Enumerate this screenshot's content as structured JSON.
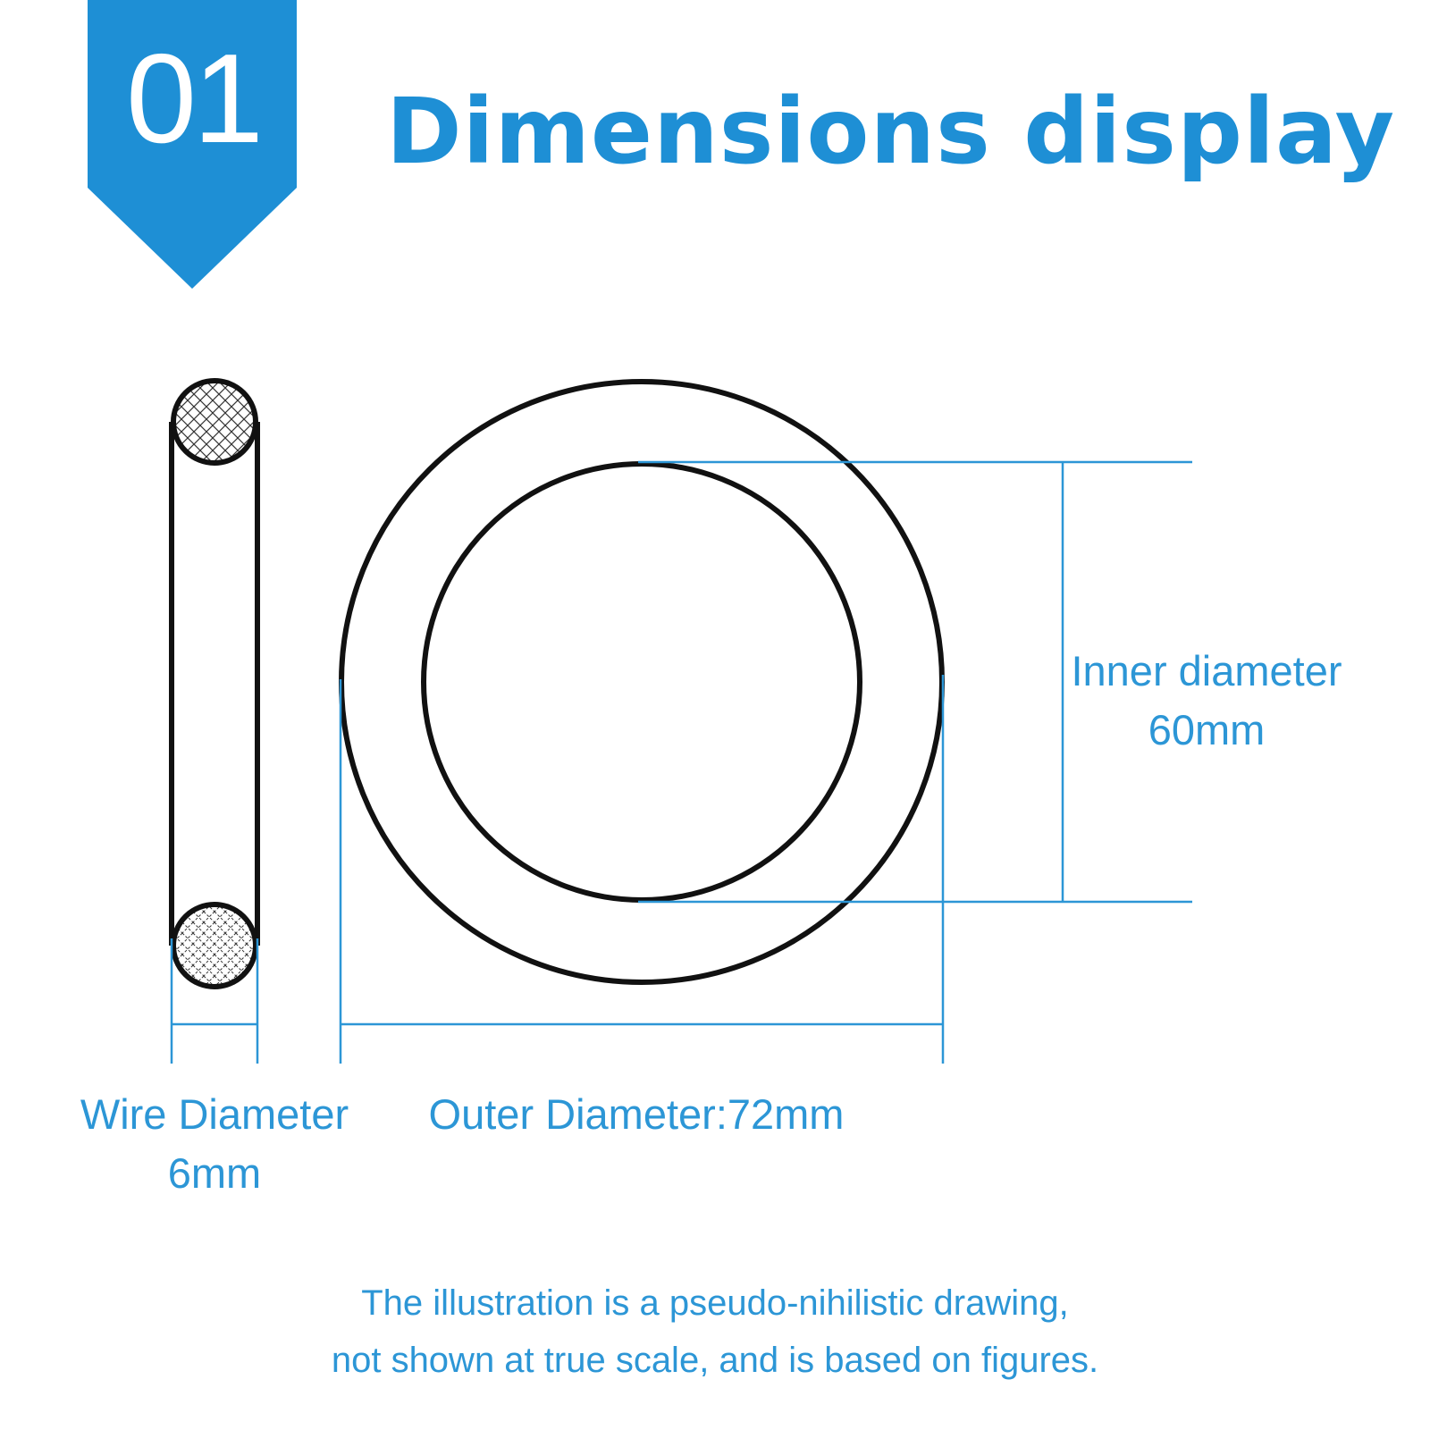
{
  "header": {
    "number": "01",
    "title": "Dimensions display"
  },
  "dimensions": {
    "inner": {
      "label": "Inner diameter",
      "value": "60mm"
    },
    "wire": {
      "label": "Wire Diameter",
      "value": "6mm"
    },
    "outer": {
      "label": "Outer Diameter:72mm"
    }
  },
  "note": {
    "line1": "The illustration is a pseudo-nihilistic drawing,",
    "line2": "not shown at true scale, and is based on figures."
  },
  "colors": {
    "accent": "#1e8fd5",
    "dimension_line": "#2c96d6",
    "outline": "#111111"
  }
}
